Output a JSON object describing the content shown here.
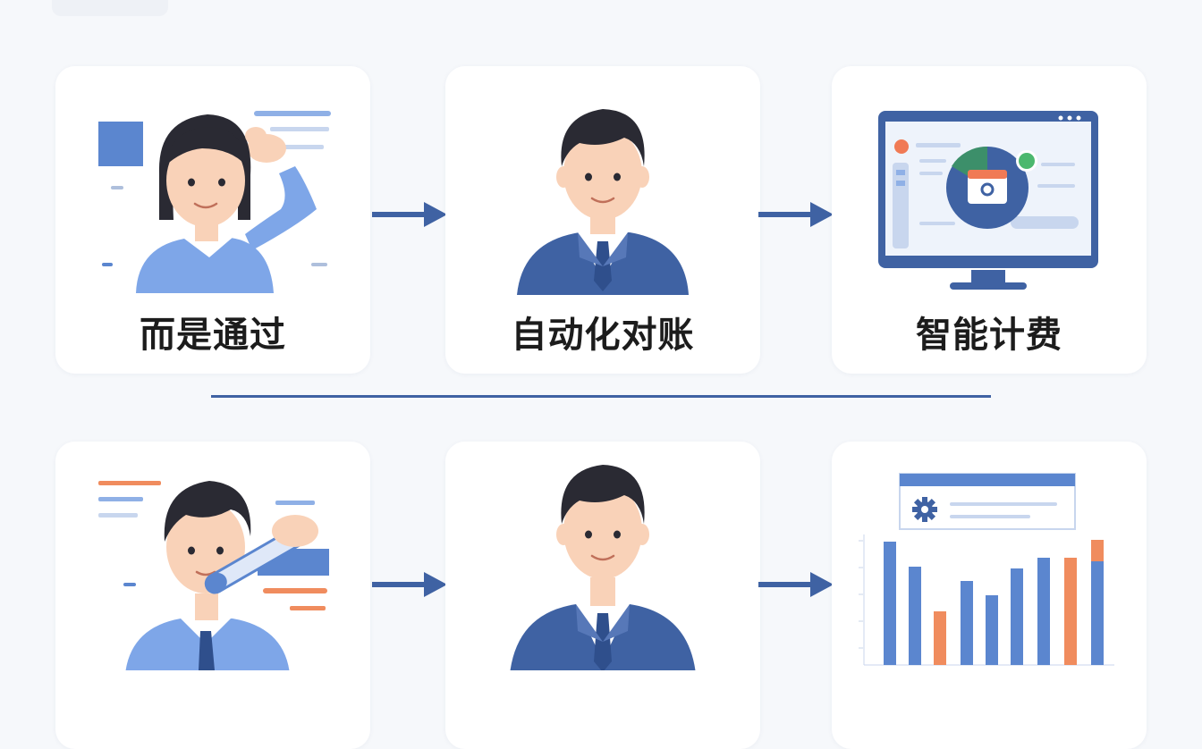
{
  "steps": [
    {
      "label": "而是通过",
      "illustration": "woman-thinking"
    },
    {
      "label": "自动化对账",
      "illustration": "businessman"
    },
    {
      "label": "智能计费",
      "illustration": "monitor-dashboard"
    },
    {
      "label": "",
      "illustration": "man-writing"
    },
    {
      "label": "",
      "illustration": "businessman"
    },
    {
      "label": "",
      "illustration": "bar-chart"
    }
  ],
  "colors": {
    "primary": "#3f62a3",
    "light_blue": "#7ea6e8",
    "orange": "#f08c5e",
    "skin": "#f9d2b8",
    "hair": "#2a2a33",
    "card": "#ffffff",
    "background": "#f6f8fb"
  }
}
